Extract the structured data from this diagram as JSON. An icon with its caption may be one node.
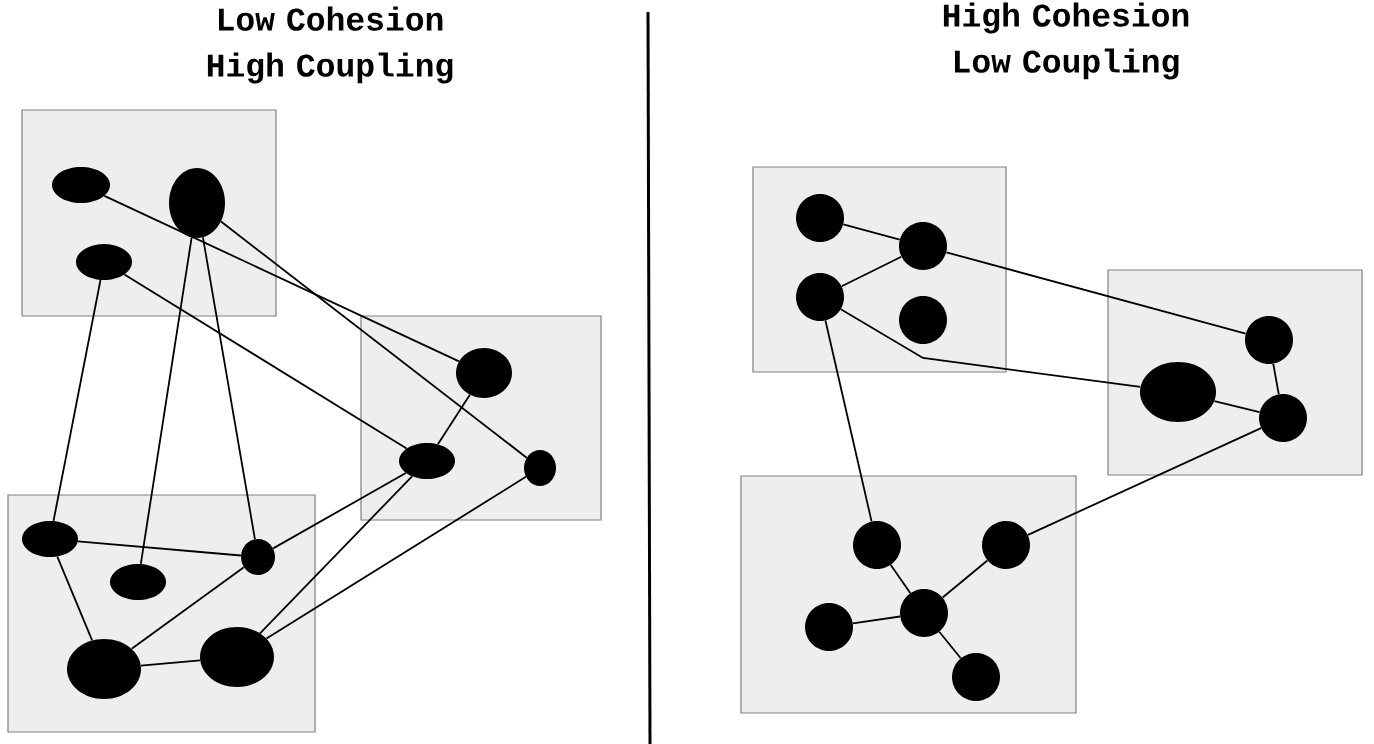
{
  "diagram": {
    "nodes": [
      {
        "text": [],
        "shape": "box"
      },
      {
        "text": [],
        "shape": "ellipse",
        "in": 0
      },
      {
        "text": [],
        "shape": "ellipse",
        "in": 0
      },
      {
        "text": [],
        "shape": "ellipse",
        "in": 0
      },
      {
        "text": [],
        "shape": "box"
      },
      {
        "text": [],
        "shape": "ellipse",
        "in": 4
      },
      {
        "text": [],
        "shape": "ellipse",
        "in": 4
      },
      {
        "text": [],
        "shape": "ellipse",
        "in": 4
      },
      {
        "text": [],
        "shape": "box"
      },
      {
        "text": [],
        "shape": "ellipse",
        "in": 8
      },
      {
        "text": [],
        "shape": "ellipse",
        "in": 8
      },
      {
        "text": [],
        "shape": "ellipse",
        "in": 8
      },
      {
        "text": [],
        "shape": "ellipse",
        "in": 8
      },
      {
        "text": [],
        "shape": "ellipse",
        "in": 8
      },
      {
        "text": [],
        "shape": "box"
      },
      {
        "text": [],
        "shape": "circle",
        "in": 14
      },
      {
        "text": [],
        "shape": "circle",
        "in": 14
      },
      {
        "text": [],
        "shape": "circle",
        "in": 14
      },
      {
        "text": [],
        "shape": "circle",
        "in": 14
      },
      {
        "text": [],
        "shape": "box"
      },
      {
        "text": [],
        "shape": "circle",
        "in": 19
      },
      {
        "text": [],
        "shape": "ellipse",
        "in": 19
      },
      {
        "text": [],
        "shape": "circle",
        "in": 19
      },
      {
        "text": [],
        "shape": "box"
      },
      {
        "text": [],
        "shape": "circle",
        "in": 23
      },
      {
        "text": [],
        "shape": "circle",
        "in": 23
      },
      {
        "text": [],
        "shape": "circle",
        "in": 23
      },
      {
        "text": [],
        "shape": "circle",
        "in": 23
      },
      {
        "text": [],
        "shape": "circle",
        "in": 23
      }
    ],
    "edges": [
      {
        "from": 1,
        "to": 5,
        "arrow": "none"
      },
      {
        "from": 2,
        "to": 7,
        "arrow": "none"
      },
      {
        "from": 2,
        "to": 10,
        "arrow": "none"
      },
      {
        "from": 2,
        "to": 11,
        "arrow": "none"
      },
      {
        "from": 3,
        "to": 6,
        "arrow": "none"
      },
      {
        "from": 3,
        "to": 9,
        "arrow": "none"
      },
      {
        "from": 5,
        "to": 6,
        "arrow": "none"
      },
      {
        "from": 6,
        "to": 11,
        "arrow": "none"
      },
      {
        "from": 6,
        "to": 13,
        "arrow": "none"
      },
      {
        "from": 7,
        "to": 13,
        "arrow": "none"
      },
      {
        "from": 9,
        "to": 11,
        "arrow": "none"
      },
      {
        "from": 9,
        "to": 12,
        "arrow": "none"
      },
      {
        "from": 12,
        "to": 11,
        "arrow": "none"
      },
      {
        "from": 12,
        "to": 13,
        "arrow": "none"
      },
      {
        "from": 15,
        "to": 16,
        "arrow": "none"
      },
      {
        "from": 16,
        "to": 17,
        "arrow": "none"
      },
      {
        "from": 16,
        "to": 20,
        "arrow": "none"
      },
      {
        "from": 17,
        "to": 21,
        "arrow": "none"
      },
      {
        "from": 17,
        "to": 24,
        "arrow": "none"
      },
      {
        "from": 20,
        "to": 22,
        "arrow": "none"
      },
      {
        "from": 21,
        "to": 22,
        "arrow": "none"
      },
      {
        "from": 22,
        "to": 25,
        "arrow": "none"
      },
      {
        "from": 24,
        "to": 27,
        "arrow": "none"
      },
      {
        "from": 25,
        "to": 27,
        "arrow": "none"
      },
      {
        "from": 26,
        "to": 27,
        "arrow": "none"
      },
      {
        "from": 27,
        "to": 28,
        "arrow": "none"
      }
    ],
    "labels": [
      "Low Cohesion High Coupling",
      "High Cohesion Low Coupling"
    ]
  }
}
